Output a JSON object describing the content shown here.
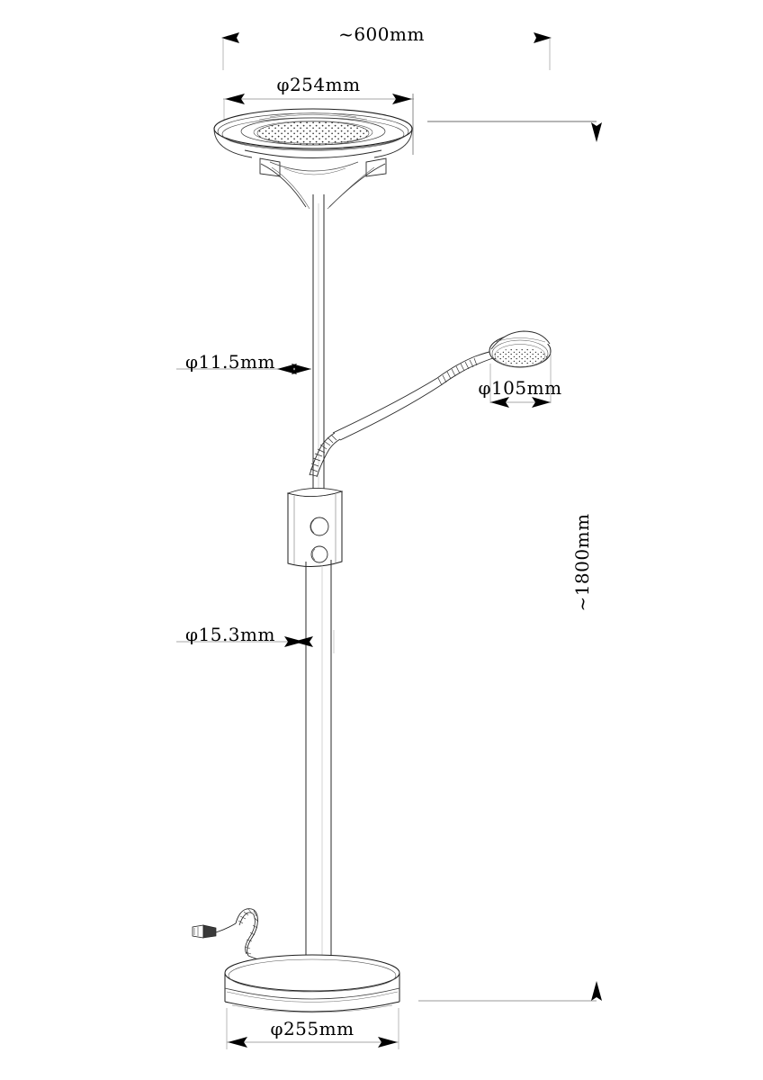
{
  "drawing": {
    "title": "Floor lamp technical dimension drawing",
    "subject": "uplighter floor lamp with reading light",
    "background_color": "#ffffff",
    "line_color": "#1a1a1a",
    "thin_line_color": "#555555"
  },
  "dimensions": {
    "overall_width": {
      "label": "~600mm",
      "value": 600,
      "unit": "mm",
      "approximate": true,
      "orientation": "horizontal",
      "position": "top"
    },
    "upper_shade_diameter": {
      "label": "φ254mm",
      "symbol": "φ",
      "number": "254",
      "unit": "mm",
      "value": 254,
      "orientation": "horizontal"
    },
    "upper_pole_diameter": {
      "label": "φ11.5mm",
      "symbol": "φ",
      "number": "11.5",
      "unit": "mm",
      "value": 11.5,
      "orientation": "horizontal"
    },
    "reading_shade_diameter": {
      "label": "φ105mm",
      "symbol": "φ",
      "number": "105",
      "unit": "mm",
      "value": 105,
      "orientation": "horizontal"
    },
    "lower_pole_diameter": {
      "label": "φ15.3mm",
      "symbol": "φ",
      "number": "15.3",
      "unit": "mm",
      "value": 15.3,
      "orientation": "horizontal"
    },
    "overall_height": {
      "label": "~1800mm",
      "value": 1800,
      "unit": "mm",
      "approximate": true,
      "orientation": "vertical",
      "position": "right"
    },
    "base_diameter": {
      "label": "φ255mm",
      "symbol": "φ",
      "number": "255",
      "unit": "mm",
      "value": 255,
      "orientation": "horizontal"
    }
  },
  "parts": {
    "upper_shade": "uplighter-bowl-shade",
    "shade_support": "flared-cone-bracket",
    "upper_pole": "upper-stem-tube",
    "reading_arm": "flexible-gooseneck-arm",
    "reading_shade": "reading-light-dome-shade",
    "switch_box": "dimmer-switch-housing",
    "switch_knobs": 2,
    "lower_pole": "lower-stem-tube",
    "base": "round-weighted-base",
    "cord": "power-cord",
    "plug": "mains-plug"
  }
}
